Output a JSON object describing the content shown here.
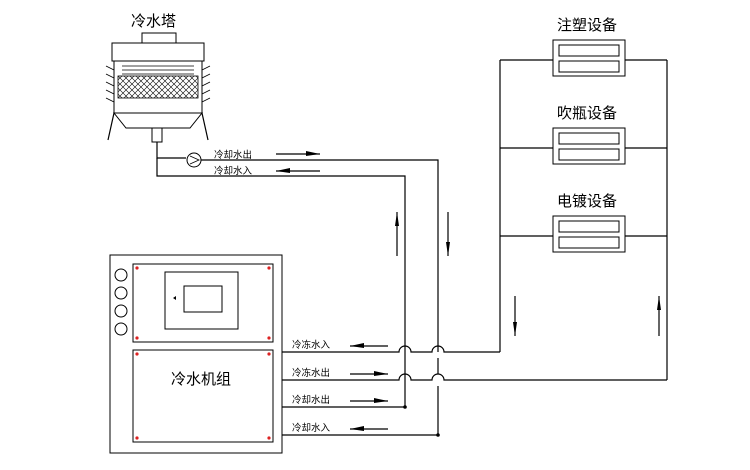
{
  "cooling_tower": {
    "label": "冷水塔"
  },
  "devices": [
    {
      "label": "注塑设备"
    },
    {
      "label": "吹瓶设备"
    },
    {
      "label": "电镀设备"
    }
  ],
  "chiller": {
    "label": "冷水机组"
  },
  "tower_pipes": {
    "out_label": "冷却水出",
    "in_label": "冷却水入"
  },
  "chiller_ports": [
    {
      "label": "冷冻水入"
    },
    {
      "label": "冷冻水出"
    },
    {
      "label": "冷却水出"
    },
    {
      "label": "冷却水入"
    }
  ]
}
